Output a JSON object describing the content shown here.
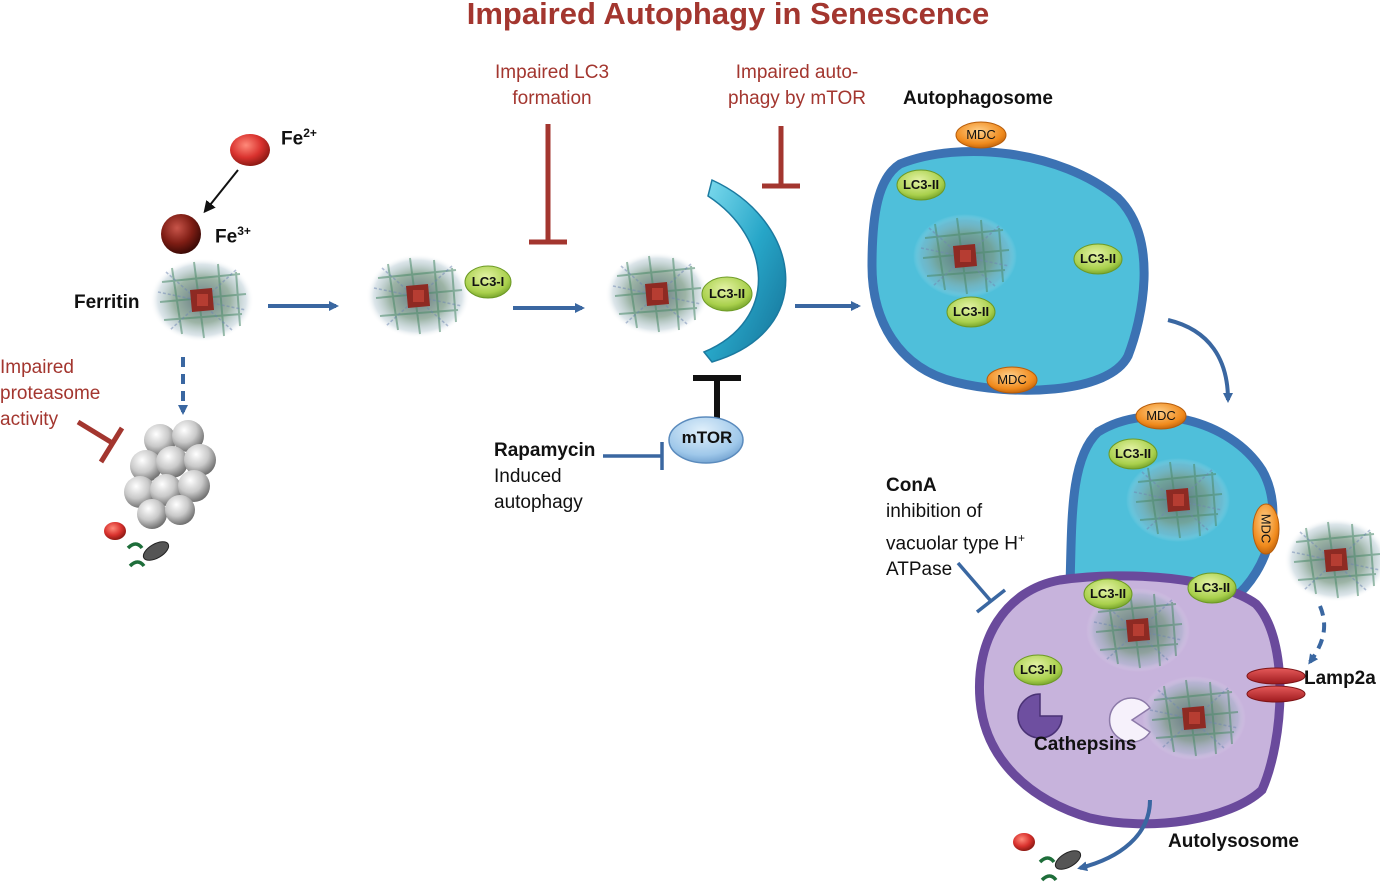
{
  "title": "Impaired Autophagy in Senescence",
  "labels": {
    "fe2": "Fe",
    "fe2_sup": "2+",
    "fe3": "Fe",
    "fe3_sup": "3+",
    "ferritin": "Ferritin",
    "impaired_proteasome": [
      "Impaired",
      "proteasome",
      "activity"
    ],
    "impaired_lc3": [
      "Impaired LC3",
      "formation"
    ],
    "impaired_mtor": [
      "Impaired auto-",
      "phagy by mTOR"
    ],
    "autophagosome": "Autophagosome",
    "rapamycin_bold": "Rapamycin",
    "rapamycin_rest": [
      "Induced",
      "autophagy"
    ],
    "mtor": "mTOR",
    "cona_bold": "ConA",
    "cona_rest": [
      "inhibition of",
      "vacuolar type H",
      "ATPase"
    ],
    "cona_sup": "+",
    "lamp2a": "Lamp2a",
    "cathepsins": "Cathepsins",
    "autolysosome": "Autolysosome",
    "lc3_i": "LC3-I",
    "lc3_ii": "LC3-II",
    "mdc": "MDC"
  },
  "colors": {
    "title_red": "#a3362f",
    "arrow_blue": "#3a67a1",
    "inhibit_red": "#a3362f",
    "autophagosome_fill": "#4fbfda",
    "autophagosome_border": "#3c72b3",
    "autolysosome_fill": "#c7b3dc",
    "autolysosome_border": "#6a4a9c",
    "lc3_green": "#a9d04c",
    "mdc_orange": "#f08a1c",
    "mtor_blue": "#9fc8ea",
    "lamp2a_red": "#c0242a",
    "fe2_red": "#d9322e",
    "fe3_darkred": "#7e1d14"
  }
}
